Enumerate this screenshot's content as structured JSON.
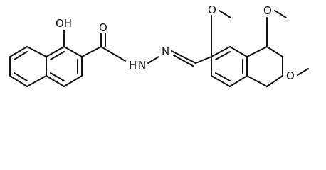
{
  "molecule": {
    "labels": {
      "oh": "OH",
      "o_carbonyl": "O",
      "nh": "H",
      "n_hydrazone": "N",
      "n_amide": "N",
      "o_methoxy_2": "O",
      "o_methoxy_4": "O",
      "o_methoxy_5": "O"
    }
  }
}
